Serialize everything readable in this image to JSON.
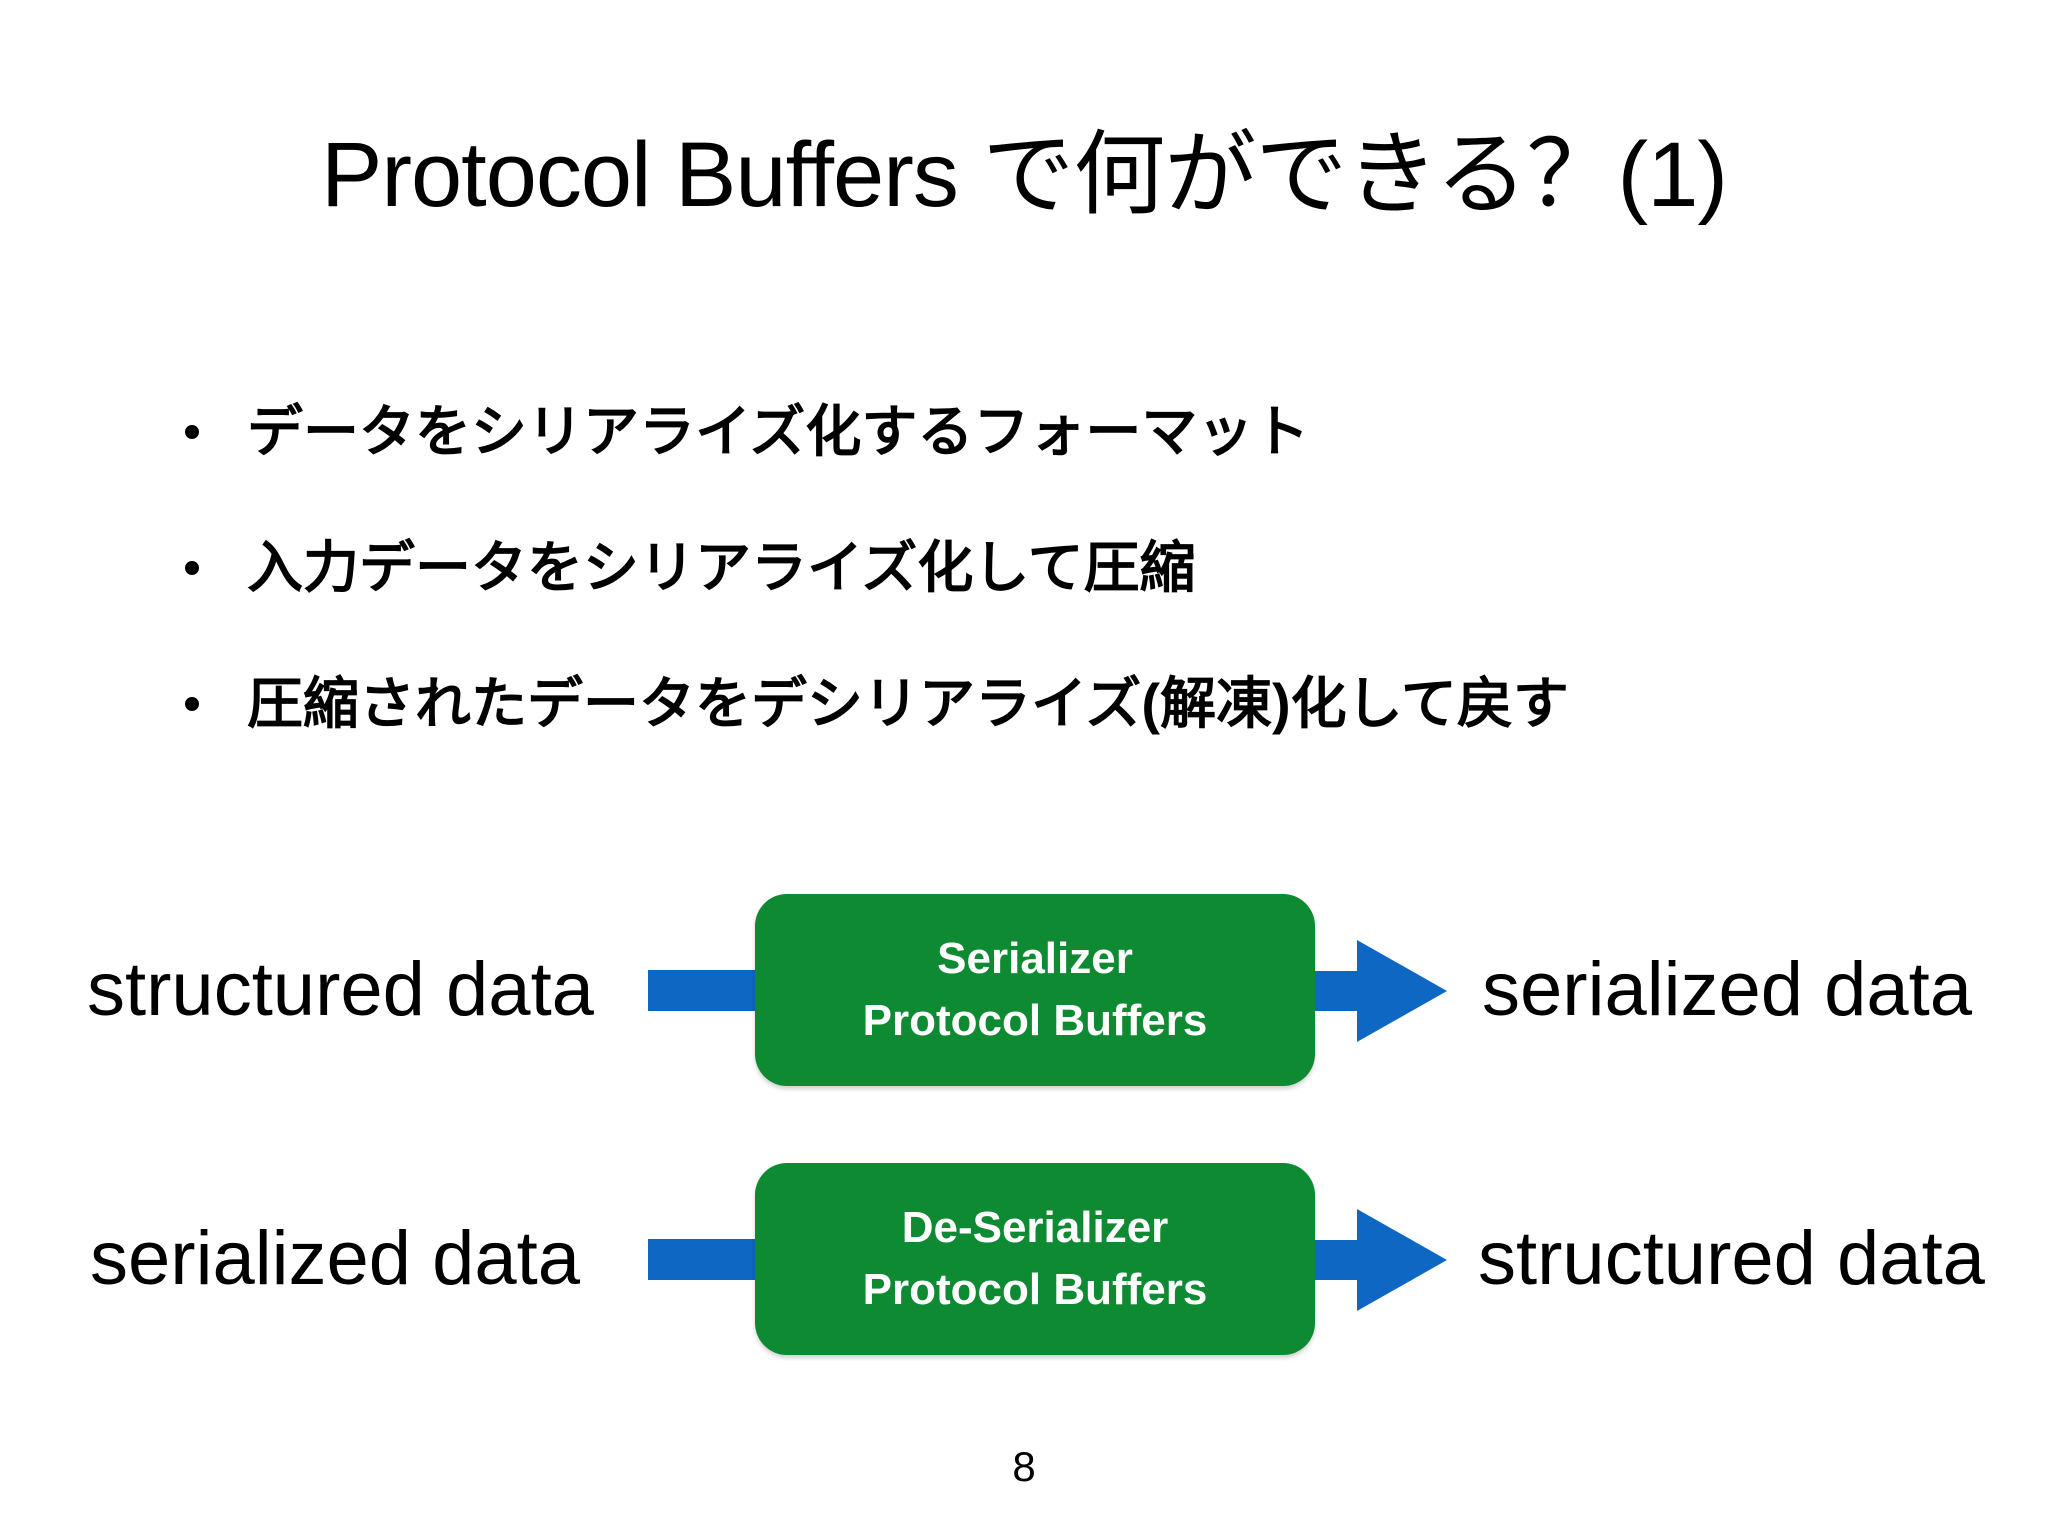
{
  "slide": {
    "title": "Protocol Buffers で何ができる？(1)",
    "bullets": [
      "データをシリアライズ化するフォーマット",
      "入力データをシリアライズ化して圧縮",
      "圧縮されたデータをデシリアライズ(解凍)化して戻す"
    ],
    "page_number": "8"
  },
  "diagram": {
    "rows": [
      {
        "input_label": "structured data",
        "box_line1": "Serializer",
        "box_line2": "Protocol Buffers",
        "output_label": "serialized data"
      },
      {
        "input_label": "serialized data",
        "box_line1": "De-Serializer",
        "box_line2": "Protocol Buffers",
        "output_label": "structured data"
      }
    ]
  },
  "colors": {
    "box_green": "#0e8a32",
    "arrow_blue": "#0e67c2",
    "text_black": "#000000",
    "box_text_white": "#ffffff",
    "background": "#ffffff"
  }
}
